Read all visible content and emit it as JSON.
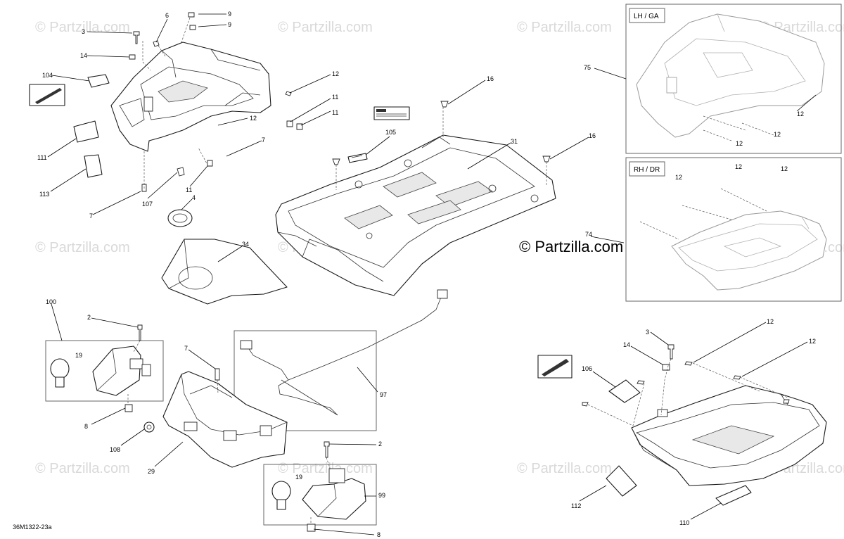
{
  "watermark": {
    "text": "© Partzilla.com",
    "main_text": "© Partzilla.com"
  },
  "diagram_ref": "36M1322-23a",
  "boxes": {
    "lh": "LH / GA",
    "rh": "RH / DR"
  },
  "callouts": {
    "c3a": "3",
    "c6": "6",
    "c9a": "9",
    "c9b": "9",
    "c14a": "14",
    "c104": "104",
    "c12a": "12",
    "c11a": "11",
    "c11b": "11",
    "c12b": "12",
    "c7a": "7",
    "c111": "111",
    "c113": "113",
    "c107": "107",
    "c11c": "11",
    "c7b": "7",
    "c4": "4",
    "c34": "34",
    "c16a": "16",
    "c105": "105",
    "c31": "31",
    "c16b": "16",
    "c75": "75",
    "c12c": "12",
    "c12d": "12",
    "c12e": "12",
    "c12f": "12",
    "c12g": "12",
    "c74": "74",
    "c100": "100",
    "c2a": "2",
    "c19a": "19",
    "c8a": "8",
    "c7c": "7",
    "c108": "108",
    "c29": "29",
    "c97": "97",
    "c2b": "2",
    "c19b": "19",
    "c99": "99",
    "c8b": "8",
    "c3b": "3",
    "c14b": "14",
    "c12h": "12",
    "c12i": "12",
    "c106": "106",
    "c112": "112",
    "c110": "110"
  }
}
